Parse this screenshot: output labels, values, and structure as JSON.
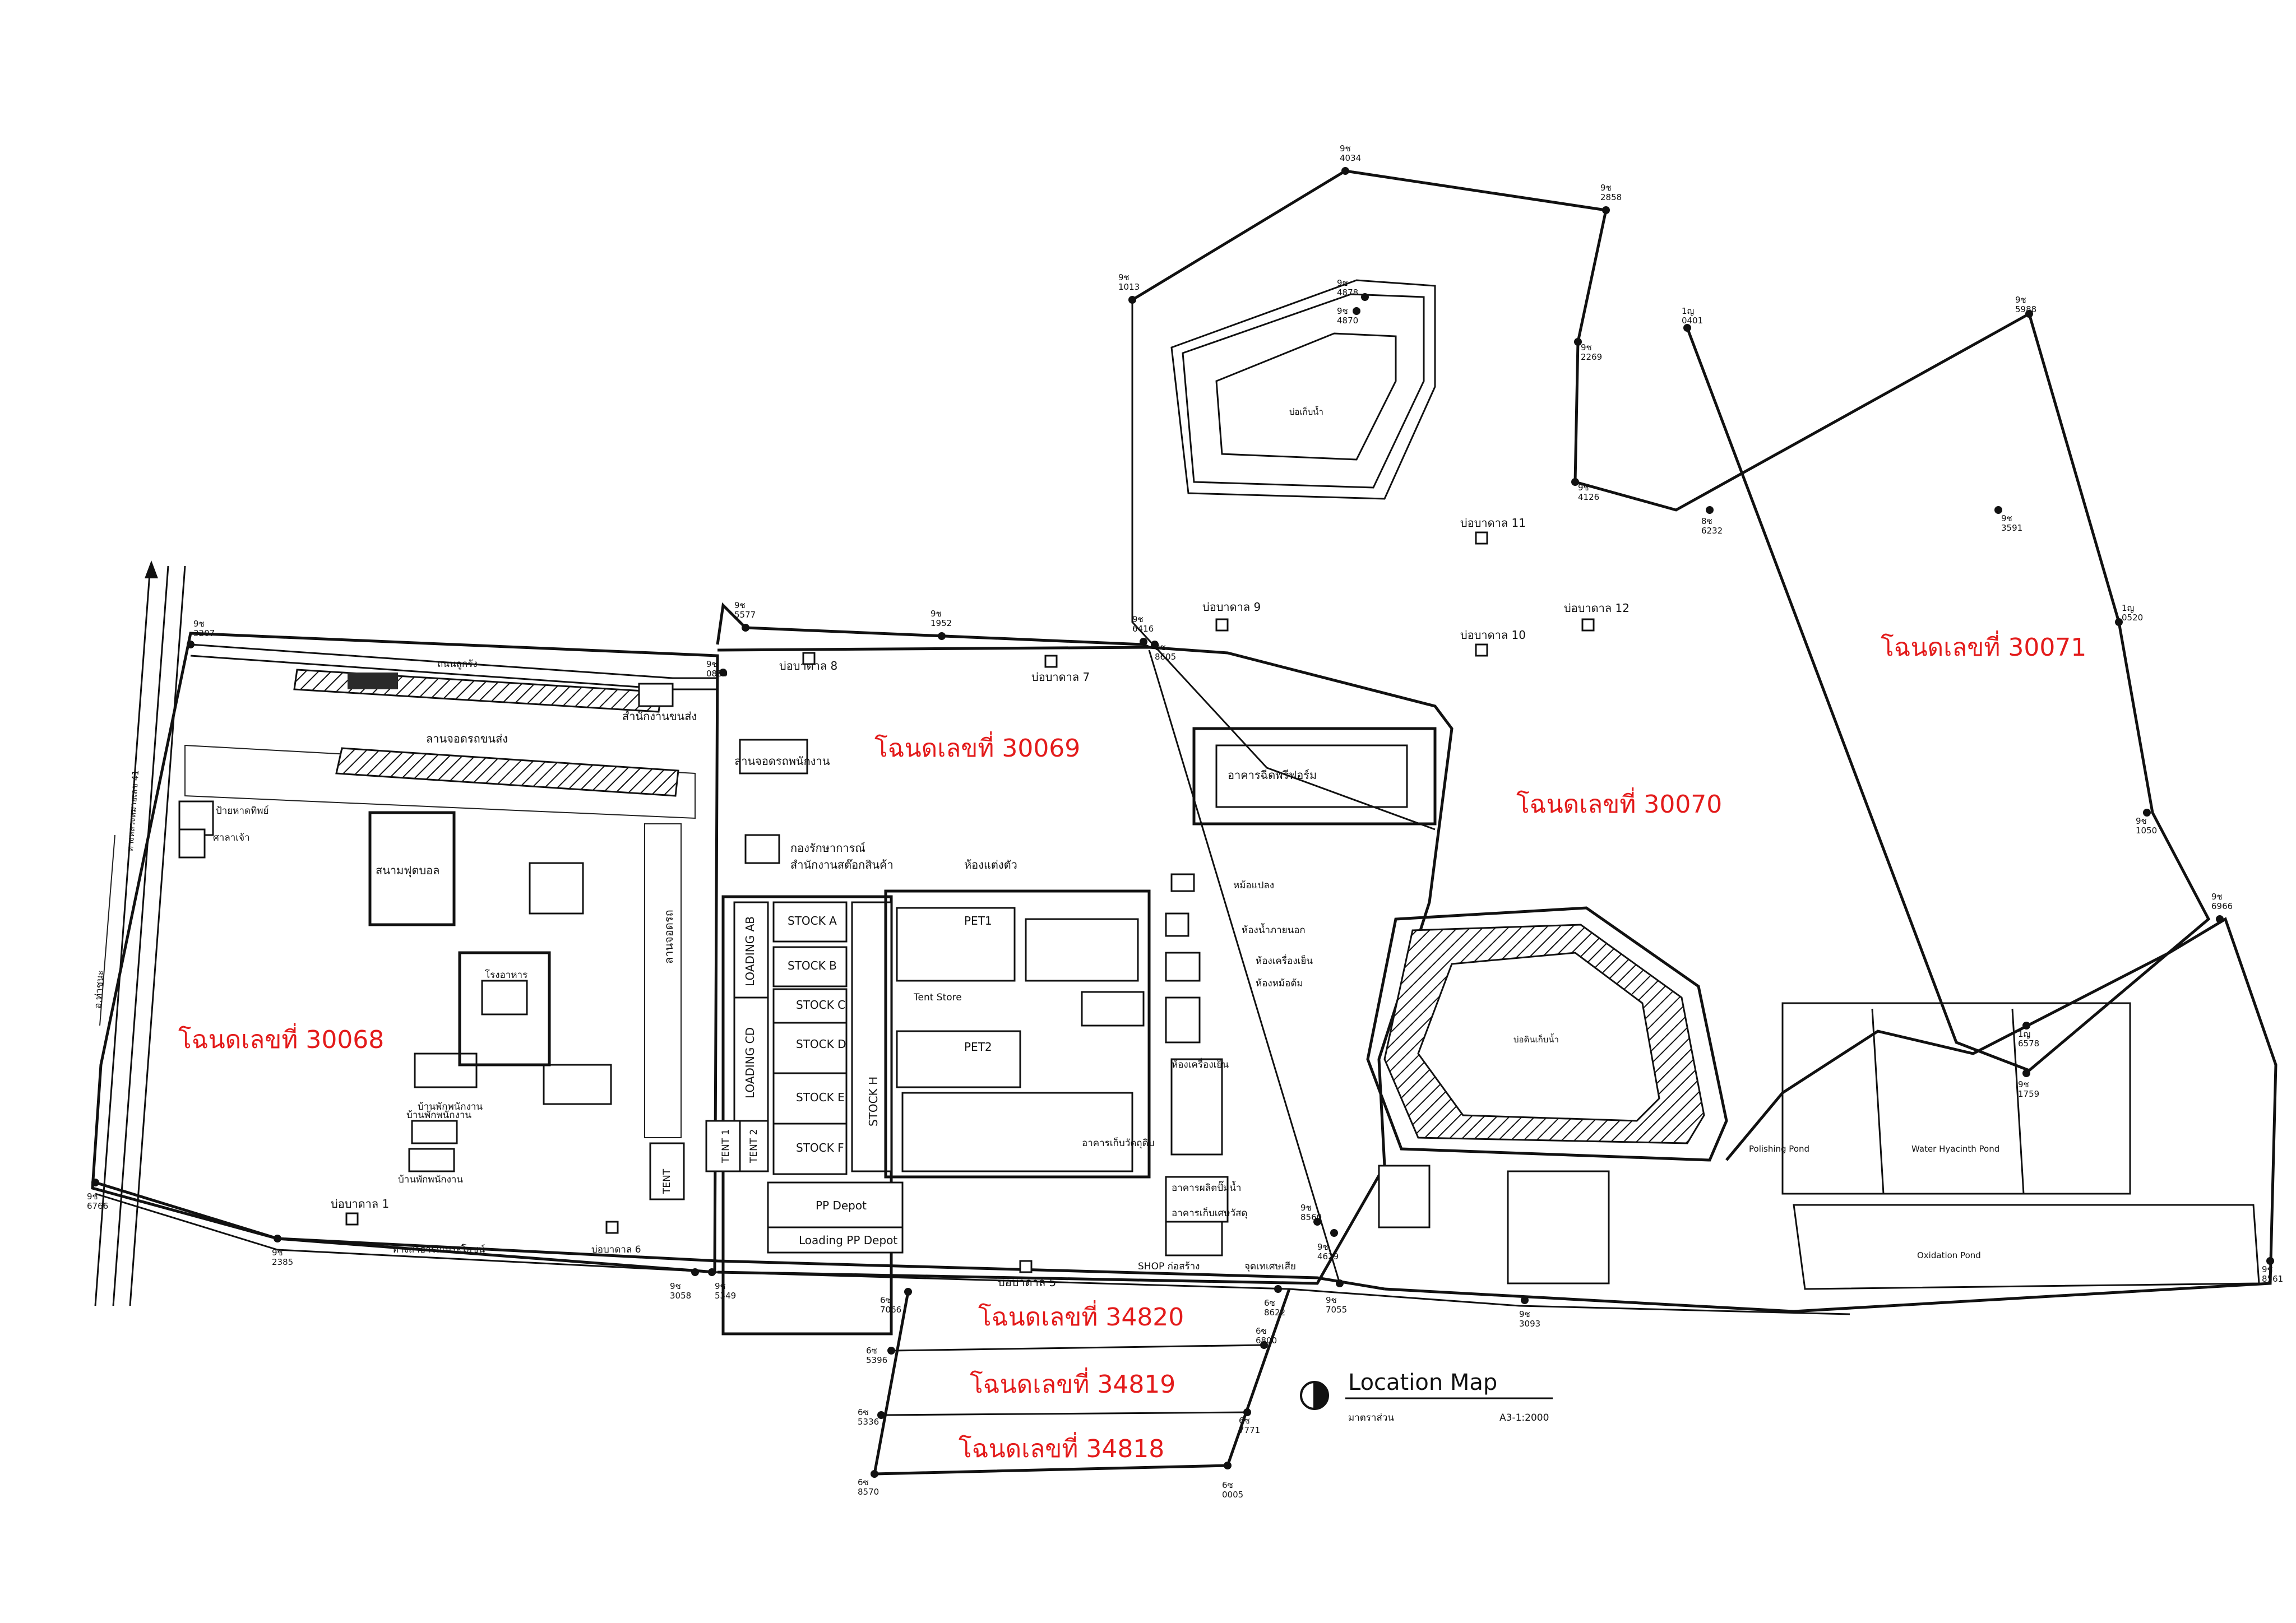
{
  "deeds": [
    {
      "id": "deed-30068",
      "label": "โฉนดเลขที่ 30068"
    },
    {
      "id": "deed-30069",
      "label": "โฉนดเลขที่ 30069"
    },
    {
      "id": "deed-30070",
      "label": "โฉนดเลขที่ 30070"
    },
    {
      "id": "deed-30071",
      "label": "โฉนดเลขที่ 30071"
    },
    {
      "id": "deed-34820",
      "label": "โฉนดเลขที่ 34820"
    },
    {
      "id": "deed-34819",
      "label": "โฉนดเลขที่ 34819"
    },
    {
      "id": "deed-34818",
      "label": "โฉนดเลขที่ 34818"
    }
  ],
  "wells": [
    {
      "label": "บ่อบาดาล 1"
    },
    {
      "label": "บ่อบาดาล 5"
    },
    {
      "label": "บ่อบาดาล 6"
    },
    {
      "label": "บ่อบาดาล 7"
    },
    {
      "label": "บ่อบาดาล 8"
    },
    {
      "label": "บ่อบาดาล 9"
    },
    {
      "label": "บ่อบาดาล 10"
    },
    {
      "label": "บ่อบาดาล 11"
    },
    {
      "label": "บ่อบาดาล 12"
    }
  ],
  "buildings": {
    "stock_a": "STOCK A",
    "stock_b": "STOCK B",
    "stock_c": "STOCK C",
    "stock_d": "STOCK D",
    "stock_e": "STOCK E",
    "stock_f": "STOCK F",
    "stock_h": "STOCK H",
    "loading_ab": "LOADING AB",
    "loading_cd": "LOADING CD",
    "tent1": "TENT 1",
    "tent2": "TENT 2",
    "tent": "TENT",
    "pp_depot": "PP Depot",
    "loading_pp_depot": "Loading PP Depot",
    "pet1": "PET1",
    "pet2": "PET2",
    "tent_store": "Tent Store",
    "shop": "SHOP ก่อสร้าง",
    "parking": "ลานจอดรถขนส่ง",
    "transport_office": "สำนักงานขนส่ง",
    "employee_parking": "ลานจอดรถพนักงาน",
    "security": "กองรักษาการณ์",
    "stock_office": "สำนักงานสต๊อกสินค้า",
    "dressing_room": "ห้องแต่งตัว",
    "transformer": "หม้อแปลง",
    "toilet_outside": "ห้องน้ำภายนอก",
    "chiller_room": "ห้องเครื่องเย็น",
    "boiler_room": "ห้องหม้อต้ม",
    "chiller_room2": "ห้องเครื่องเย็น",
    "preform_building": "อาคารฉีดพรีฟอร์ม",
    "football": "สนามฟุตบอล",
    "canteen": "โรงอาหาร",
    "staff_house1": "บ้านพักพนักงาน",
    "staff_house2": "บ้านพักพนักงาน",
    "staff_house3": "บ้านพักพนักงาน",
    "road_name": "ถนนลูกรัง",
    "warehouse_materials": "อาคารเก็บวัตถุดิบ",
    "waste_building": "อาคารเก็บเศษวัสดุ",
    "waste_treatment": "จุดเทเศษเสีย",
    "production_building": "อาคารผลิตปั๊มน้ำ",
    "security_sign": "ป้ายหาดทิพย์",
    "gas": "ศาลาเจ้า",
    "admin": "ลานจอดรถ"
  },
  "ponds": {
    "big_pond": "บ่อดินเก็บน้ำ",
    "top_pond": "บ่อเก็บน้ำ",
    "polishing": "Polishing Pond",
    "hyacinth": "Water Hyacinth Pond",
    "oxidation": "Oxidation Pond"
  },
  "survey_points": [
    {
      "code": "9ช",
      "num": "4034"
    },
    {
      "code": "9ช",
      "num": "2858"
    },
    {
      "code": "9ช",
      "num": "4878"
    },
    {
      "code": "9ช",
      "num": "4870"
    },
    {
      "code": "9ช",
      "num": "1013"
    },
    {
      "code": "9ช",
      "num": "2269"
    },
    {
      "code": "9ช",
      "num": "4126"
    },
    {
      "code": "1ญ",
      "num": "0401"
    },
    {
      "code": "9ช",
      "num": "5988"
    },
    {
      "code": "8ซ",
      "num": "6232"
    },
    {
      "code": "9ช",
      "num": "3591"
    },
    {
      "code": "1ญ",
      "num": "0520"
    },
    {
      "code": "9ช",
      "num": "1050"
    },
    {
      "code": "9ช",
      "num": "6966"
    },
    {
      "code": "1ญ",
      "num": "6578"
    },
    {
      "code": "9ช",
      "num": "1759"
    },
    {
      "code": "9ช",
      "num": "8561"
    },
    {
      "code": "9ช",
      "num": "3207"
    },
    {
      "code": "9ช",
      "num": "5577"
    },
    {
      "code": "9ช",
      "num": "1952"
    },
    {
      "code": "9ช",
      "num": "6416"
    },
    {
      "code": "9ช",
      "num": "8605"
    },
    {
      "code": "9ช",
      "num": "0880"
    },
    {
      "code": "9ช",
      "num": "6766"
    },
    {
      "code": "9ช",
      "num": "2385"
    },
    {
      "code": "9ช",
      "num": "3058"
    },
    {
      "code": "9ช",
      "num": "5349"
    },
    {
      "code": "6ซ",
      "num": "7066"
    },
    {
      "code": "6ซ",
      "num": "8622"
    },
    {
      "code": "9ช",
      "num": "7055"
    },
    {
      "code": "9ช",
      "num": "4629"
    },
    {
      "code": "9ช",
      "num": "8560"
    },
    {
      "code": "9ช",
      "num": "3093"
    },
    {
      "code": "6ซ",
      "num": "5396"
    },
    {
      "code": "6ซ",
      "num": "6800"
    },
    {
      "code": "6ซ",
      "num": "5336"
    },
    {
      "code": "6ซ",
      "num": "7771"
    },
    {
      "code": "6ซ",
      "num": "8570"
    },
    {
      "code": "6ซ",
      "num": "0005"
    }
  ],
  "road_labels": {
    "highway": "ทางหลวงหมายเลข 41",
    "to_town": "อ.ท่าชนะ",
    "public_road": "ทางสาธารณประโยชน์"
  },
  "title": {
    "main": "Location Map",
    "scale_label": "มาตราส่วน",
    "scale_value": "A3-1:2000"
  }
}
